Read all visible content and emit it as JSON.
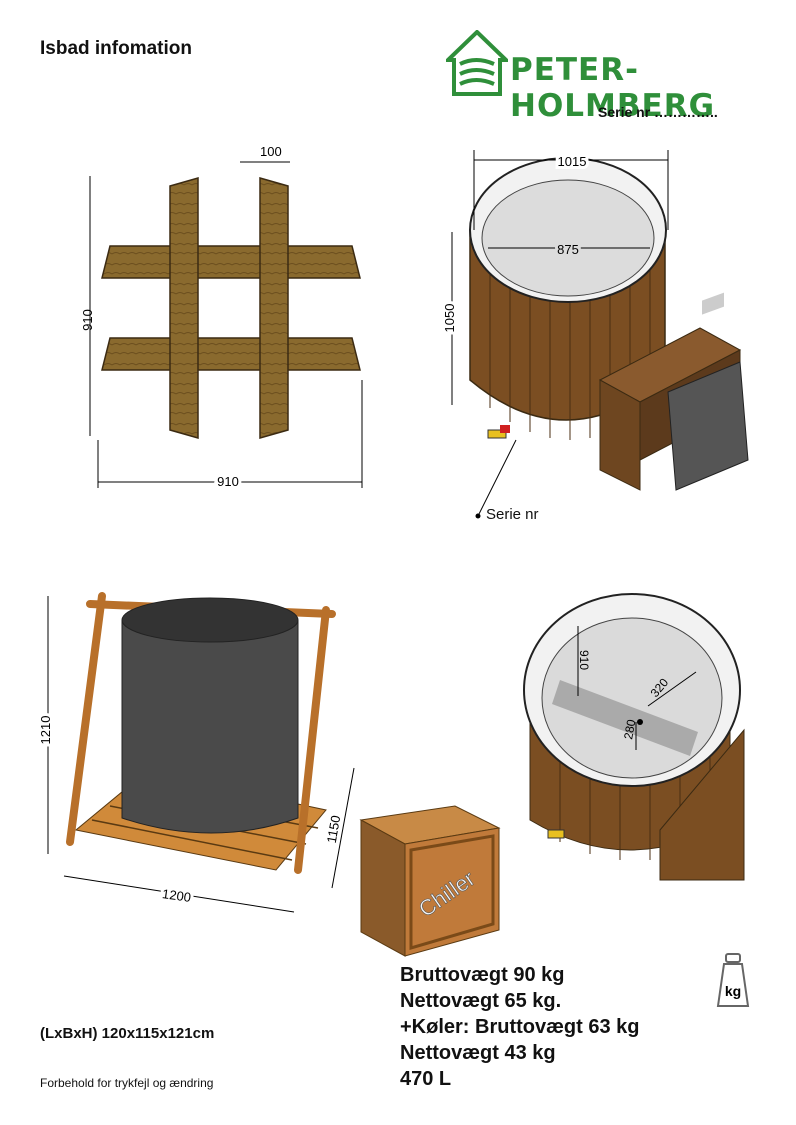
{
  "page": {
    "title": "Isbad  infomation",
    "brand": "PETER-HOLMBERG",
    "serial_label": "Serie  nr ………….."
  },
  "drawings": {
    "base_frame": {
      "width_top": "100",
      "height": "910",
      "width_bottom": "910"
    },
    "tub": {
      "outer_diameter": "1015",
      "inner_diameter": "875",
      "height": "1050"
    },
    "serial_callout": "Serie nr",
    "package": {
      "height": "1210",
      "depth": "1150",
      "length": "1200"
    },
    "tub_top": {
      "depth": "910",
      "width": "320",
      "height": "280"
    },
    "box_label": "Chiller",
    "weight_icon_label": "kg"
  },
  "specs": {
    "dimensions": "(LxBxH) 120x115x121cm",
    "gross_weight": "Bruttovægt 90 kg",
    "net_weight": "Nettovægt 65 kg.",
    "chiller_gross": "+Køler: Bruttovægt 63 kg",
    "chiller_net": "Nettovægt 43 kg",
    "volume": "470 L"
  },
  "disclaimer": "Forbehold for trykfejl og ændring",
  "colors": {
    "brand_green": "#2f8f3a",
    "wood": "#8a5a2e",
    "wood_dark": "#5c3a1c"
  }
}
